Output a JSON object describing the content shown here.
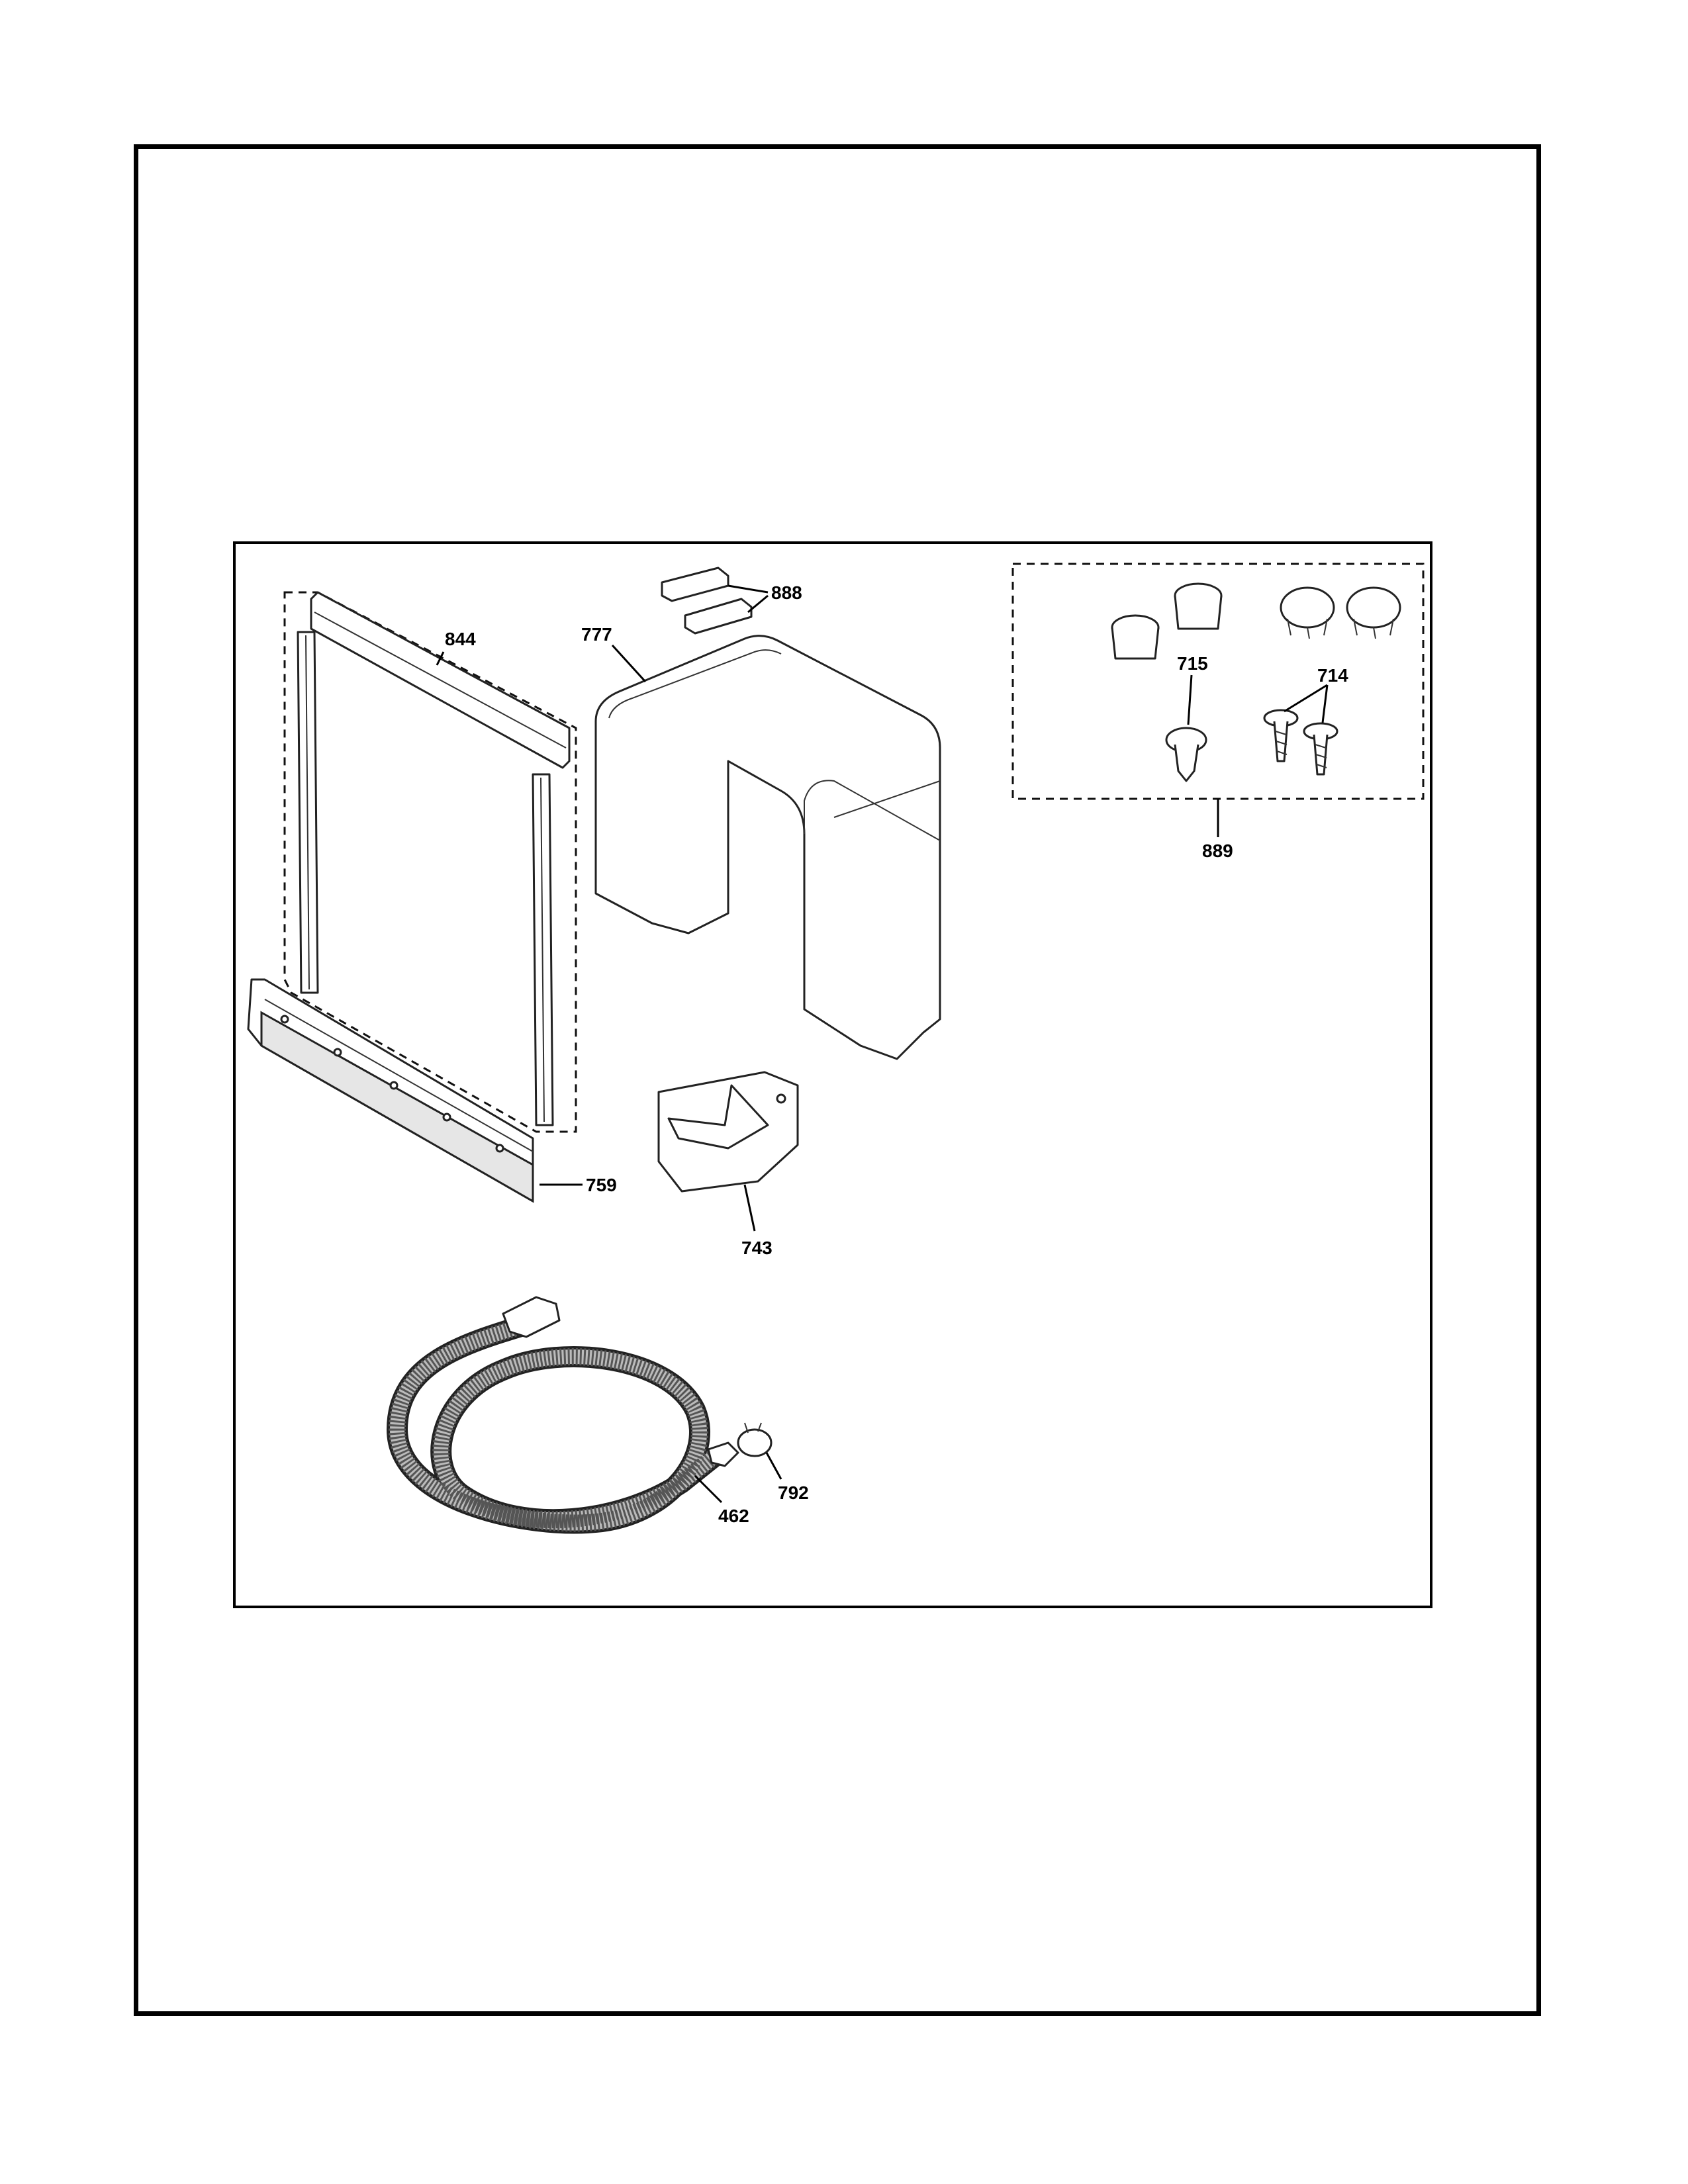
{
  "callouts": {
    "c844": "844",
    "c888": "888",
    "c777": "777",
    "c715": "715",
    "c714": "714",
    "c889": "889",
    "c759": "759",
    "c743": "743",
    "c462": "462",
    "c792": "792"
  }
}
